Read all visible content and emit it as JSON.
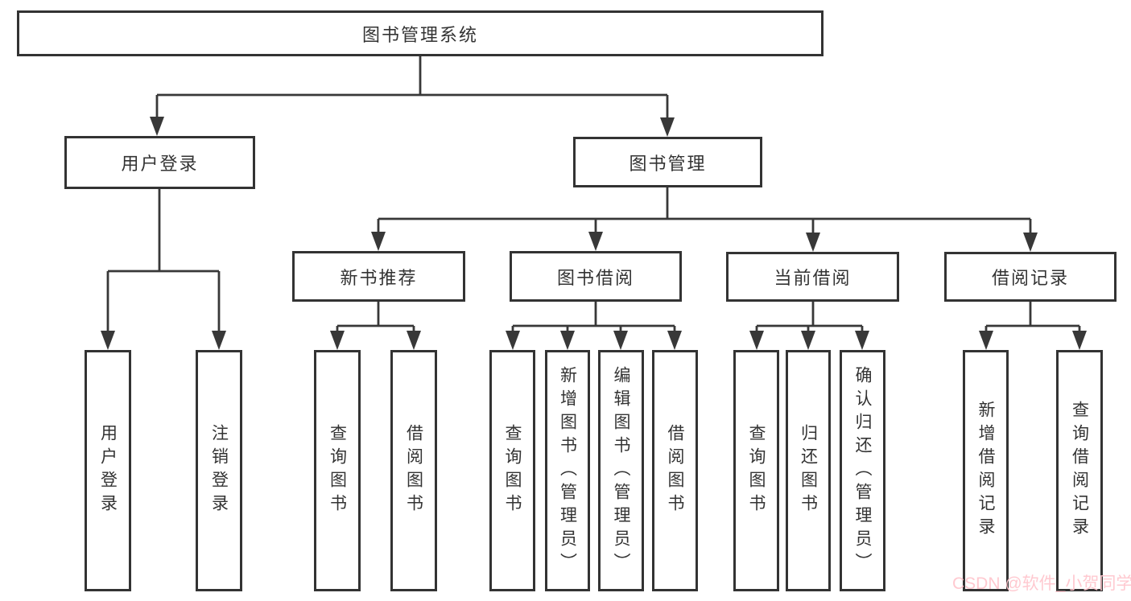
{
  "diagram": {
    "title": "图书管理系统",
    "watermark": "CSDN @软件_小贺同学",
    "colors": {
      "background": "#ffffff",
      "line": "#383838",
      "box_border": "#333333",
      "text": "#333333",
      "watermark": "#ffc6ce"
    }
  },
  "nodes": {
    "root": {
      "label": "图书管理系统"
    },
    "login": {
      "label": "用户登录"
    },
    "book_mgmt": {
      "label": "图书管理"
    },
    "new_book": {
      "label": "新书推荐"
    },
    "book_borrow": {
      "label": "图书借阅"
    },
    "current_borrow": {
      "label": "当前借阅"
    },
    "borrow_records": {
      "label": "借阅记录"
    },
    "leaf_user_login": {
      "label": "用户登录"
    },
    "leaf_logout": {
      "label": "注销登录"
    },
    "leaf_nb_query": {
      "label": "查询图书"
    },
    "leaf_nb_borrow": {
      "label": "借阅图书"
    },
    "leaf_bb_query": {
      "label": "查询图书"
    },
    "leaf_bb_add": {
      "label": "新增图书（管理员）"
    },
    "leaf_bb_edit": {
      "label": "编辑图书（管理员）"
    },
    "leaf_bb_borrow": {
      "label": "借阅图书"
    },
    "leaf_cb_query": {
      "label": "查询图书"
    },
    "leaf_cb_return": {
      "label": "归还图书"
    },
    "leaf_cb_confirm": {
      "label": "确认归还（管理员）"
    },
    "leaf_br_add": {
      "label": "新增借阅记录"
    },
    "leaf_br_query": {
      "label": "查询借阅记录"
    }
  }
}
